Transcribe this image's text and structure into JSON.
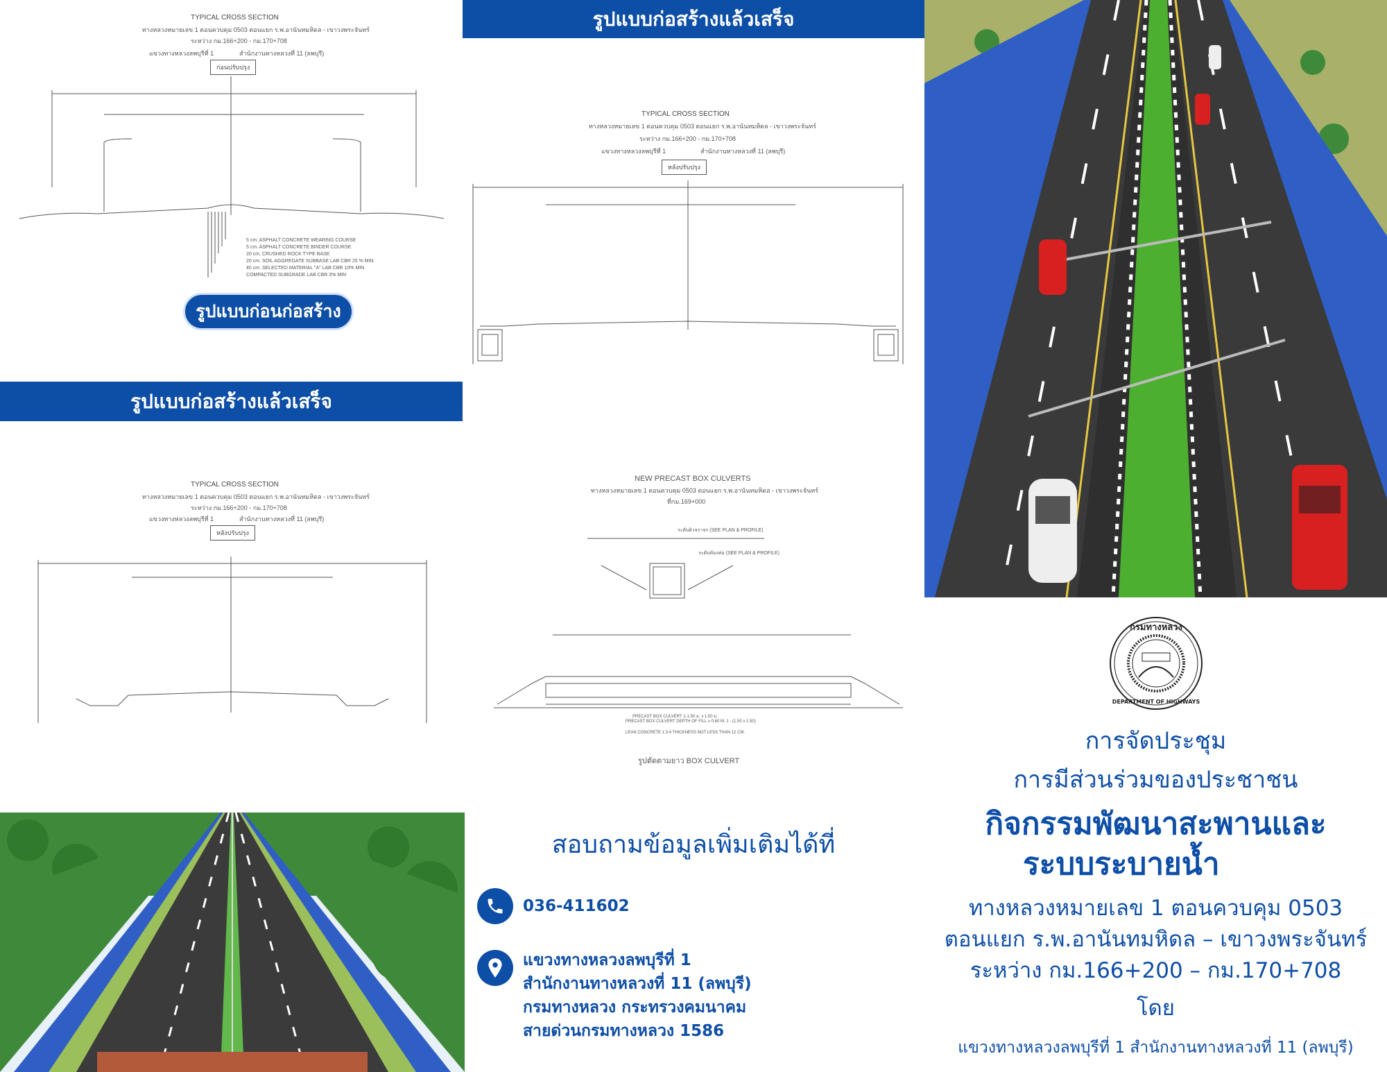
{
  "drawing_before": {
    "title": "TYPICAL   CROSS  SECTION",
    "route": "ทางหลวงหมายเลข 1 ตอนควบคุม 0503 ตอนแยก ร.พ.อานันทมหิดล - เขาวงพระจันทร์",
    "range": "ระหว่าง กม.166+200 - กม.170+708",
    "district": "แขวงทางหลวงลพบุรีที่ 1",
    "office": "สำนักงานทางหลวงที่ 11 (ลพบุรี)",
    "stage": "ก่อนปรับปรุง",
    "layers": [
      "5 cm. ASPHALT CONCRETE WEARING COURSE",
      "5 cm. ASPHALT CONCRETE BINDER COURSE",
      "20 cm. CRUSHED ROCK TYPE BASE",
      "20 cm. SOIL AGGREGATE SUBBASE LAB CBR 25 % MIN",
      "40 cm. SELECTED MATERIAL \"A\" LAB CBR 10% MIN",
      "COMPACTED SUBGRADE LAB CBR 3% MIN"
    ]
  },
  "before_button": "รูปแบบก่อนก่อสร้าง",
  "after_banner_left": "รูปแบบก่อสร้างแล้วเสร็จ",
  "after_banner_top": "รูปแบบก่อสร้างแล้วเสร็จ",
  "drawing_after": {
    "title": "TYPICAL   CROSS  SECTION",
    "route": "ทางหลวงหมายเลข 1 ตอนควบคุม 0503 ตอนแยก ร.พ.อานันทมหิดล - เขาวงพระจันทร์",
    "range": "ระหว่าง กม.166+200 - กม.170+708",
    "district": "แขวงทางหลวงลพบุรีที่ 1",
    "office": "สำนักงานทางหลวงที่ 11 (ลพบุรี)",
    "stage": "หลังปรับปรุง"
  },
  "culvert": {
    "title": "NEW PRECAST BOX CULVERTS",
    "route": "ทางหลวงหมายเลข 1 ตอนควบคุม 0503 ตอนแยก ร.พ.อานันทมหิดล - เขาวงพระจันทร์",
    "station": "ที่กม.169+000",
    "road_level": "ระดับผิวจราจร (SEE PLAN & PROFILE)",
    "culvert_level": "ระดับท้องท่อ (SEE PLAN & PROFILE)",
    "notes": [
      "PRECAST BOX CULVERT 1-1.50 ม. x 1.50 ม.",
      "PRECAST BOX CULVERT DEPTH OF FILL ≥ 0.60 M. 1 - (1.50 x 1.50)",
      "LEAN CONCRETE 1:3:4 THICKNESS NOT LESS THAN 12 CM."
    ],
    "caption": "รูปตัดตามยาว BOX CULVERT"
  },
  "contact": {
    "heading": "สอบถามข้อมูลเพิ่มเติมได้ที่",
    "phone": "036-411602",
    "address": [
      "แขวงทางหลวงลพบุรีที่ 1",
      "สำนักงานทางหลวงที่ 11 (ลพบุรี)",
      "กรมทางหลวง กระทรวงคมนาคม",
      "สายด่วนกรมทางหลวง 1586"
    ]
  },
  "seal": {
    "top_text": "กรมทางหลวง",
    "bottom_text": "DEPARTMENT OF HIGHWAYS"
  },
  "info": {
    "line1": "การจัดประชุม",
    "line2": "การมีส่วนร่วมของประชาชน",
    "title1": "กิจกรรมพัฒนาสะพานและ",
    "title2": "ระบบระบายน้ำ",
    "route1": "ทางหลวงหมายเลข 1 ตอนควบคุม 0503",
    "route2": "ตอนแยก ร.พ.อานันทมหิดล – เขาวงพระจันทร์",
    "route3": "ระหว่าง กม.166+200 – กม.170+708",
    "by": "โดย",
    "org": "แขวงทางหลวงลพบุรีที่ 1 สำนักงานทางหลวงที่ 11 (ลพบุรี)"
  },
  "colors": {
    "brand": "#0d4ea6",
    "median": "#4caf30",
    "road": "#3a3a3a"
  }
}
